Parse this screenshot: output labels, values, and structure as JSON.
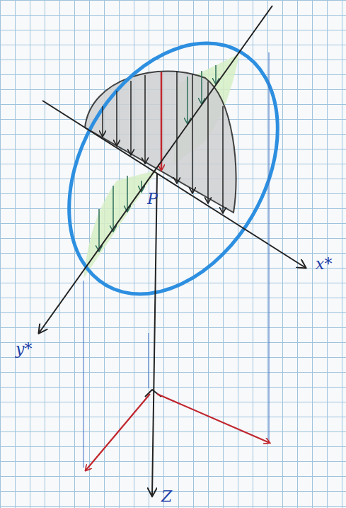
{
  "diagram": {
    "labels": [
      "x*",
      "y*",
      "P",
      "Z"
    ]
  }
}
